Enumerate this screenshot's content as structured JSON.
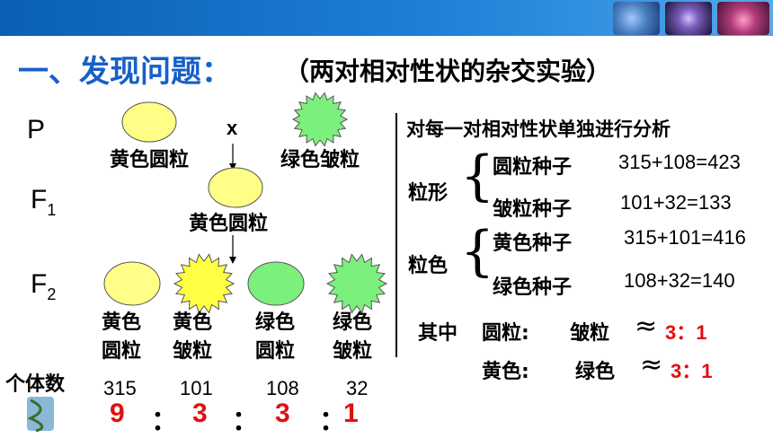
{
  "title": {
    "main": "一、发现问题：",
    "paren": "（两对相对性状的杂交实验）"
  },
  "generations": {
    "P": "P",
    "F1": "F",
    "F1_sub": "1",
    "F2": "F",
    "F2_sub": "2"
  },
  "cross_symbol": "x",
  "parents": [
    {
      "label": "黄色圆粒"
    },
    {
      "label": "绿色皱粒"
    }
  ],
  "f1": {
    "label": "黄色圆粒"
  },
  "f2": [
    {
      "line1": "黄色",
      "line2": "圆粒",
      "count": "315",
      "ratio": "9"
    },
    {
      "line1": "黄色",
      "line2": "皱粒",
      "count": "101",
      "ratio": "3"
    },
    {
      "line1": "绿色",
      "line2": "圆粒",
      "count": "108",
      "ratio": "3"
    },
    {
      "line1": "绿色",
      "line2": "皱粒",
      "count": "32",
      "ratio": "1"
    }
  ],
  "count_label": "个体数",
  "ratio_sep": "：",
  "analysis": {
    "heading": "对每一对相对性状单独进行分析",
    "shape": {
      "label": "粒形",
      "items": [
        {
          "name": "圆粒种子",
          "calc": "315+108=423"
        },
        {
          "name": "皱粒种子",
          "calc": "101+32=133"
        }
      ]
    },
    "color": {
      "label": "粒色",
      "items": [
        {
          "name": "黄色种子",
          "calc": "315+101=416"
        },
        {
          "name": "绿色种子",
          "calc": "108+32=140"
        }
      ]
    },
    "summary": {
      "prefix": "其中",
      "row1": {
        "a": "圆粒:",
        "b": "皱粒",
        "approx": "≈",
        "ratio": "3：1"
      },
      "row2": {
        "a": "黄色:",
        "b": "绿色",
        "approx": "≈",
        "ratio": "3：1"
      }
    }
  },
  "colors": {
    "yellow": "#ffff88",
    "green": "#7cf07c",
    "title_blue": "#1660c8",
    "ratio_red": "#e01010"
  }
}
